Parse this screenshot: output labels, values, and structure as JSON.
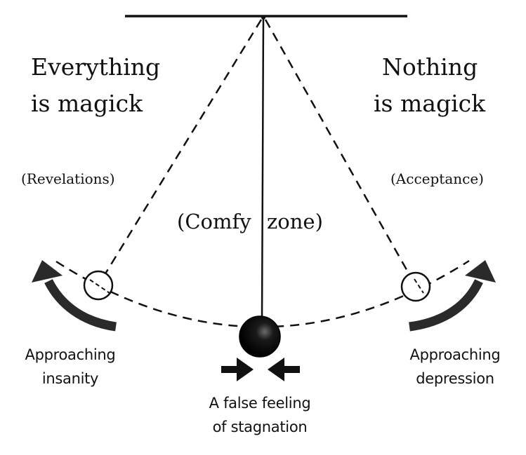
{
  "left_state": {
    "line1": "Everything",
    "line2": "is magick",
    "phase": "(Revelations)",
    "approach_line1": "Approaching",
    "approach_line2": "insanity"
  },
  "right_state": {
    "line1": "Nothing",
    "line2": "is magick",
    "phase": "(Acceptance)",
    "approach_line1": "Approaching",
    "approach_line2": "depression"
  },
  "center_state": {
    "zone_left": "(Comfy",
    "zone_right": "zone)",
    "caption_line1": "A false feeling",
    "caption_line2": "of stagnation"
  },
  "colors": {
    "ink": "#111111",
    "arrow": "#2a2a2a",
    "background": "#ffffff"
  }
}
